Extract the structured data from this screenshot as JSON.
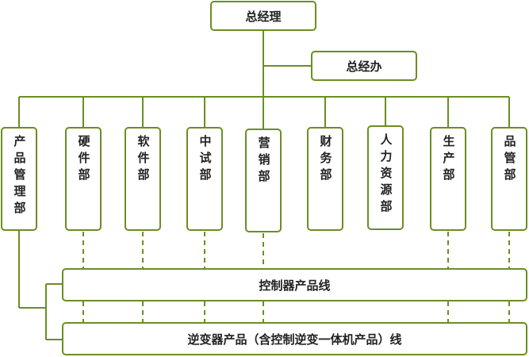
{
  "diagram": {
    "title": "",
    "top": {
      "label": "总经理"
    },
    "office": {
      "label": "总经办"
    },
    "departments": [
      {
        "label": "产品管理部"
      },
      {
        "label": "硬件部"
      },
      {
        "label": "软件部"
      },
      {
        "label": "中试部"
      },
      {
        "label": "营销部"
      },
      {
        "label": "财务部"
      },
      {
        "label": "人力资源部"
      },
      {
        "label": "生产部"
      },
      {
        "label": "品管部"
      }
    ],
    "product_lines": [
      {
        "label": "控制器产品线"
      },
      {
        "label": "逆变器产品（含控制逆变一体机产品）线"
      }
    ],
    "colors": {
      "line": "#6b8e23",
      "box_border": "#6b8e23",
      "text": "#222222",
      "background": "#ffffff"
    }
  }
}
